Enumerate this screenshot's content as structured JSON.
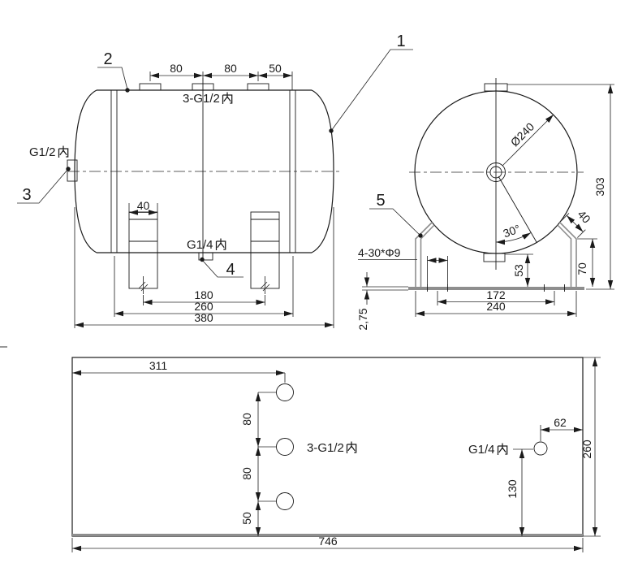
{
  "side_view": {
    "callouts": {
      "shell": "1",
      "top_port": "2",
      "side_port": "3",
      "drain_port": "4"
    },
    "labels": {
      "top_ports": "3-G1/2内",
      "top_ports_latin": "3-G1/2",
      "side_port": "G1/2内",
      "side_port_latin": "G1/2",
      "drain_port": "G1/4内",
      "drain_port_latin": "G1/4"
    },
    "dims": {
      "port_pitch_1": "80",
      "port_pitch_2": "80",
      "port_end_offset": "50",
      "leg_width": "40",
      "leg_pitch": "180",
      "shell_length": "260",
      "overall_length": "380"
    }
  },
  "end_view": {
    "callouts": {
      "support": "5"
    },
    "dims": {
      "shell_diameter": "Ø240",
      "port_angle": "30°",
      "overall_height": "303",
      "gusset_width": "40",
      "leg_height": "70",
      "drain_height": "53",
      "slot_pitch": "172",
      "base_width": "240",
      "base_thickness": "2,75",
      "mounting_slots": "4-30*Φ9"
    }
  },
  "plan_view": {
    "labels": {
      "top_ports": "3-G1/2内",
      "top_ports_latin": "3-G1/2",
      "drain_port": "G1/4内",
      "drain_port_latin": "G1/4"
    },
    "dims": {
      "port_offset_left": "311",
      "port_pitch_1": "80",
      "port_pitch_2": "80",
      "port_edge_offset": "50",
      "drain_offset_right": "62",
      "drain_offset_bottom": "130",
      "development_width": "260",
      "development_length": "746"
    }
  }
}
